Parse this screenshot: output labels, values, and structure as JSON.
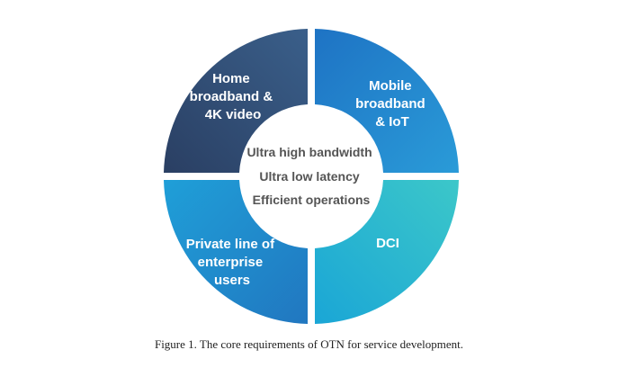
{
  "segments": [
    {
      "id": "top-left",
      "lines": [
        "Home",
        "broadband &",
        "4K video"
      ],
      "color_start": "#2a3f63",
      "color_end": "#3a5f8a"
    },
    {
      "id": "top-right",
      "lines": [
        "Mobile",
        "broadband",
        "& IoT"
      ],
      "color_start": "#1e73c4",
      "color_end": "#2a9bd8"
    },
    {
      "id": "bottom-left",
      "lines": [
        "Private line of",
        "enterprise",
        "users"
      ],
      "color_start": "#1f9fd8",
      "color_end": "#2177c0"
    },
    {
      "id": "bottom-right",
      "lines": [
        "DCI"
      ],
      "color_start": "#1aa6d6",
      "color_end": "#3cc7c9"
    }
  ],
  "center": {
    "lines": [
      "Ultra high bandwidth",
      "Ultra low latency",
      "Efficient operations"
    ]
  },
  "caption": "Figure 1. The core requirements of OTN for service development."
}
